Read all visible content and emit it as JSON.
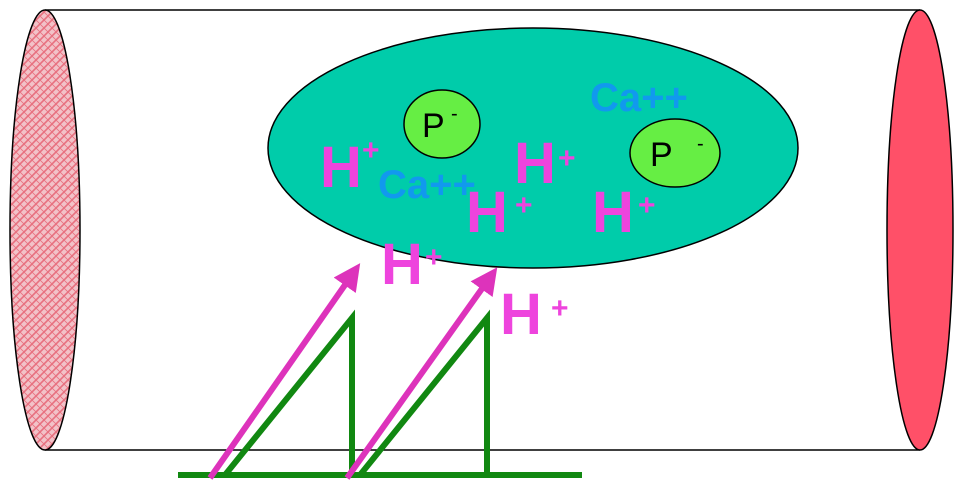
{
  "colors": {
    "tube_outline": "#000000",
    "left_cap_fill": "#f2c2c8",
    "left_cap_pattern": "#e8707f",
    "right_cap_fill": "#ff5068",
    "cell_fill": "#00ccaa",
    "particle_fill": "#66ee44",
    "hydrogen": "#ee44dd",
    "calcium": "#1199ee",
    "arrow": "#dd33bb",
    "wave": "#118811"
  },
  "labels": {
    "phosphate": "P",
    "phosphate_charge": "-",
    "hydrogen": "H",
    "hydrogen_charge": "+",
    "calcium": "Ca++"
  },
  "icons": {
    "left_cap": "hatched-ellipse-icon",
    "right_cap": "solid-ellipse-icon",
    "arrow": "diagonal-arrow-icon"
  }
}
